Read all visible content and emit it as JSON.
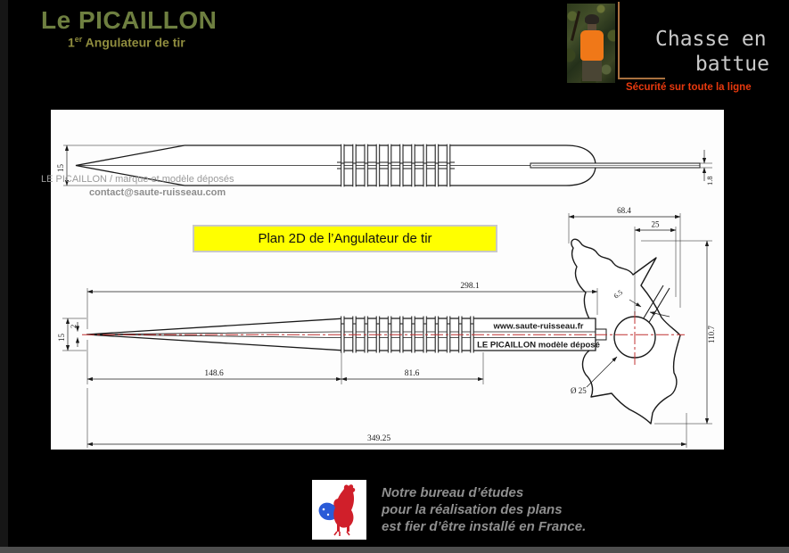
{
  "header": {
    "title": "Le PICAILLON",
    "subtitle_num": "1",
    "subtitle_sup": "er",
    "subtitle_rest": " Angulateur de tir",
    "brand_line1": "Chasse en",
    "brand_line2": "battue",
    "tagline": "Sécurité sur toute la ligne",
    "photo_subject": "hunter-wearing-orange-vest-in-forest",
    "colors": {
      "title_green": "#6e7f40",
      "subtitle_olive": "#8f8c3e",
      "brand_gray": "#c9c9c9",
      "tagline_red": "#e8390e",
      "accent_line": "#a9713f",
      "banner_yellow": "#ffff00",
      "centerline_red": "#c03030"
    }
  },
  "drawing": {
    "watermark_line1": "LE PICAILLON / marque et modèle déposés",
    "watermark_line2": "contact@saute-ruisseau.com",
    "banner": "Plan 2D de l’Angulateur de tir",
    "label_website": "www.saute-ruisseau.fr",
    "label_model": "LE PICAILLON modèle déposé",
    "dims": {
      "overall": "349.25",
      "blade": "298.1",
      "taper": "148.6",
      "ribs": "81.6",
      "height_top": "15",
      "height_bottom": "15",
      "tip": "2",
      "thin": "1.8",
      "head_width": "68.4",
      "head_offset": "25",
      "head_height": "110.7",
      "slot": "6.5",
      "hole": "Ø 25"
    }
  },
  "footer": {
    "line1": "Notre bureau d’études",
    "line2": "pour la réalisation des plans",
    "line3": "est fier d’être installé en France.",
    "logo_icon": "french-rooster-icon"
  }
}
